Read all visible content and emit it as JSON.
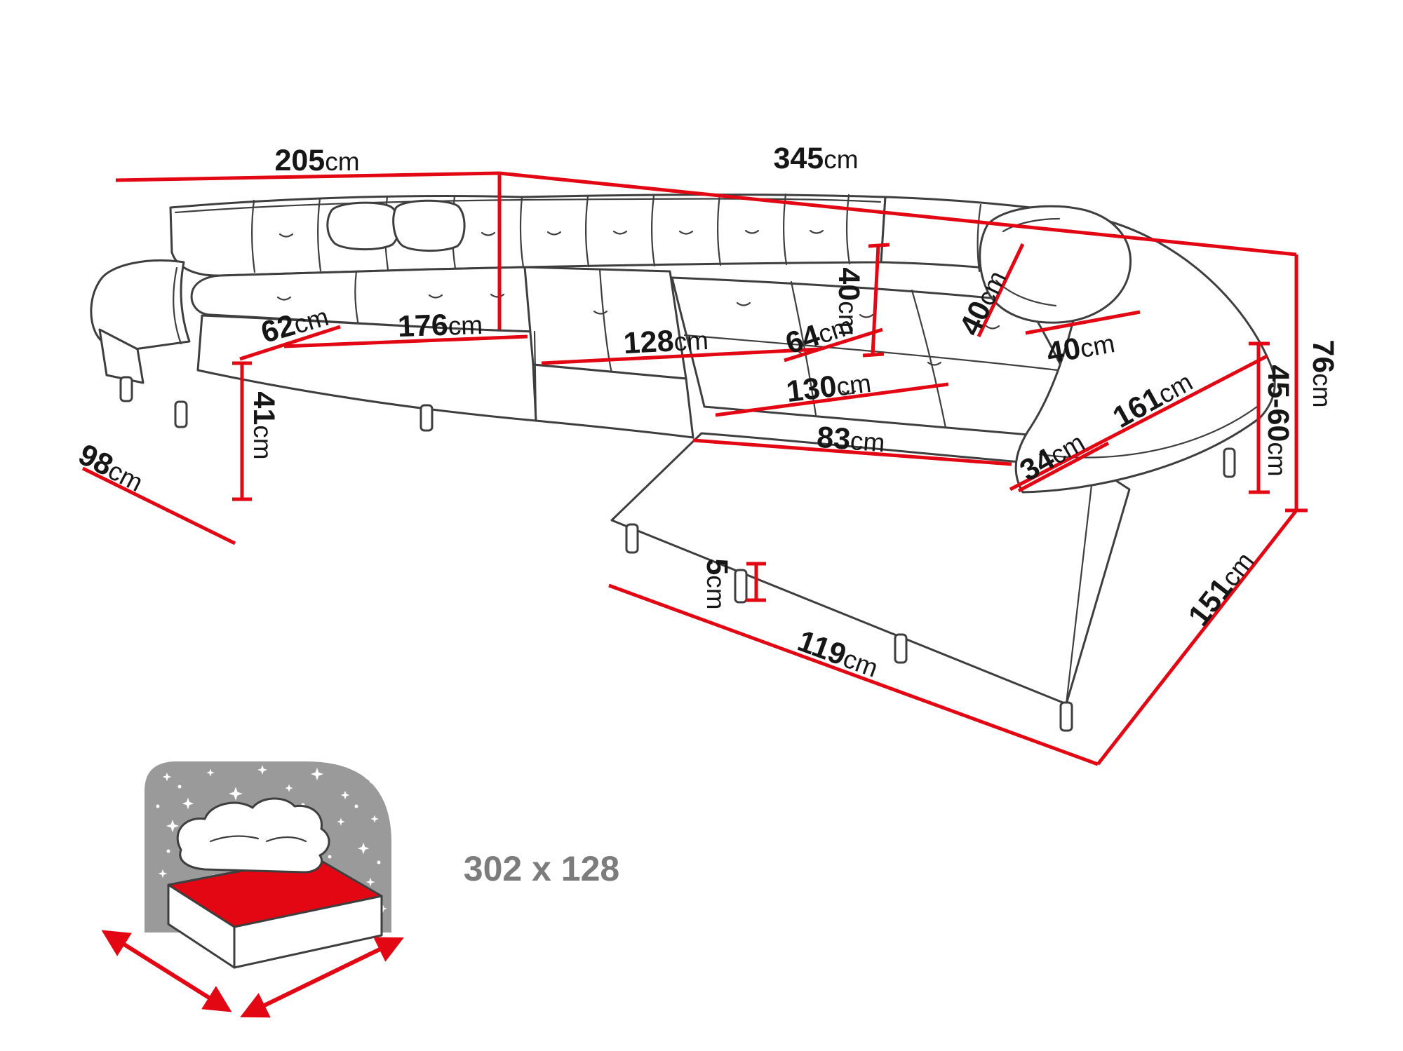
{
  "colors": {
    "red": "#e30613",
    "outline": "#3e3e3e",
    "gray": "#9a9a9a",
    "label": "#161616",
    "bed-label": "#7c7c7c"
  },
  "sofa": {
    "dims": [
      {
        "name": "top-width-left",
        "value": "205",
        "unit": "cm"
      },
      {
        "name": "top-width-right",
        "value": "345",
        "unit": "cm"
      },
      {
        "name": "seat-depth-left",
        "value": "62",
        "unit": "cm"
      },
      {
        "name": "seat-length-left",
        "value": "176",
        "unit": "cm"
      },
      {
        "name": "seat-length-middle",
        "value": "128",
        "unit": "cm"
      },
      {
        "name": "seat-depth-middle",
        "value": "64",
        "unit": "cm"
      },
      {
        "name": "backrest-height",
        "value": "40",
        "unit": "cm"
      },
      {
        "name": "pillow-height",
        "value": "40",
        "unit": "cm"
      },
      {
        "name": "pillow-width",
        "value": "40",
        "unit": "cm"
      },
      {
        "name": "seat-height",
        "value": "41",
        "unit": "cm"
      },
      {
        "name": "side-depth-left",
        "value": "98",
        "unit": "cm"
      },
      {
        "name": "chaise-length",
        "value": "130",
        "unit": "cm"
      },
      {
        "name": "chaise-width",
        "value": "83",
        "unit": "cm"
      },
      {
        "name": "armrest-width",
        "value": "34",
        "unit": "cm"
      },
      {
        "name": "armrest-length",
        "value": "161",
        "unit": "cm"
      },
      {
        "name": "armrest-height",
        "value": "45-60",
        "unit": "cm"
      },
      {
        "name": "total-height",
        "value": "76",
        "unit": "cm"
      },
      {
        "name": "side-depth-right",
        "value": "151",
        "unit": "cm"
      },
      {
        "name": "leg-height",
        "value": "5",
        "unit": "cm"
      },
      {
        "name": "front-width",
        "value": "119",
        "unit": "cm"
      }
    ]
  },
  "bed": {
    "size_label": "302 x 128"
  }
}
